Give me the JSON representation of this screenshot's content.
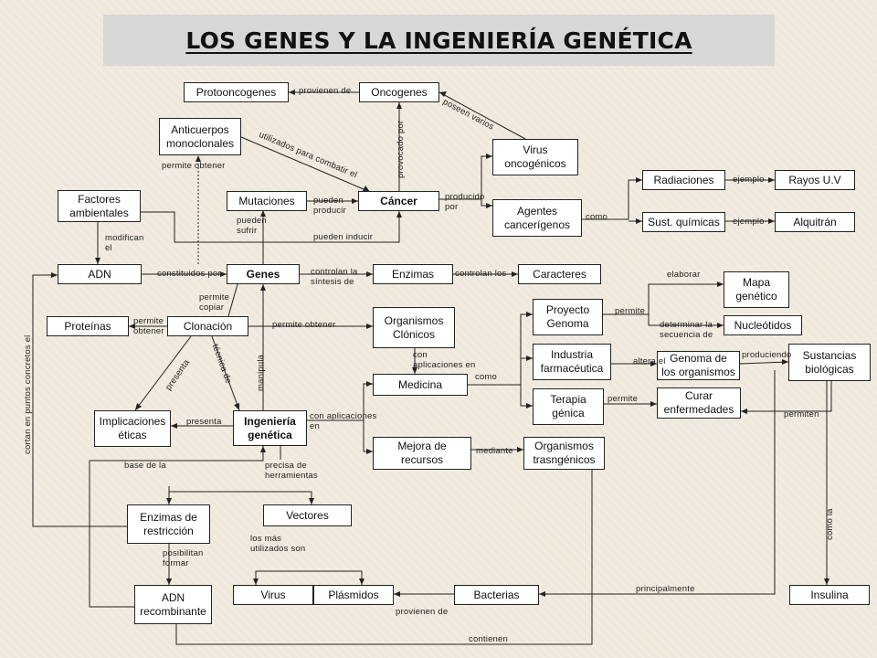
{
  "title": "LOS GENES Y LA INGENIERÍA GENÉTICA",
  "nodes": {
    "protooncogenes": "Protooncogenes",
    "oncogenes": "Oncogenes",
    "anticuerpos": "Anticuerpos\nmonoclonales",
    "virus_oncogenicos": "Virus\noncogénicos",
    "factores": "Factores\nambientales",
    "mutaciones": "Mutaciones",
    "cancer": "Cáncer",
    "agentes": "Agentes\ncancerígenos",
    "radiaciones": "Radiaciones",
    "rayos": "Rayos U.V",
    "sust_quimicas": "Sust. químicas",
    "alquitran": "Alquitrán",
    "adn": "ADN",
    "genes": "Genes",
    "enzimas": "Enzimas",
    "caracteres": "Caracteres",
    "mapa": "Mapa\ngenético",
    "proteinas": "Proteínas",
    "clonacion": "Clonación",
    "organismos_clonicos": "Organismos\nClónicos",
    "proyecto_genoma": "Proyecto\nGenoma",
    "nucleotidos": "Nucleótidos",
    "industria": "Industria\nfarmacéutica",
    "genoma_org": "Genoma de\nlos organismos",
    "sustancias": "Sustancias\nbiológicas",
    "medicina": "Medicina",
    "terapia": "Terapia\ngénica",
    "curar": "Curar\nenfermedades",
    "implicaciones": "Implicaciones\néticas",
    "ingenieria": "Ingeniería\ngenética",
    "mejora": "Mejora de\nrecursos",
    "org_transgenicos": "Organismos\ntrasngénicos",
    "enzimas_restriccion": "Enzimas de\nrestricción",
    "vectores": "Vectores",
    "adn_recombinante": "ADN\nrecombinante",
    "virus": "Virus",
    "plasmidos": "Plásmidos",
    "bacterias": "Bacterias",
    "insulina": "Insulina"
  },
  "links": {
    "provienen_de_1": "provienen de",
    "poseen_varios": "poseen varios",
    "utilizados_combatir": "utilizados para combatir el",
    "provocado_por": "provocado por",
    "permite_obtener_1": "permite obtener",
    "producido_por": "producido\npor",
    "pueden_producir": "pueden\nproducir",
    "pueden_sufrir": "pueden\nsufrir",
    "pueden_inducir": "pueden inducir",
    "ejemplo_1": "ejemplo",
    "ejemplo_2": "ejemplo",
    "como_1": "como",
    "modifican_el": "modifican\nel",
    "constituidos_por": "constituidos por",
    "controlan_sintesis": "controlan la\nsíntesis de",
    "controlan_los": "controlan los",
    "elaborar": "elaborar",
    "permite_copiar": "permite\ncopiar",
    "permite_obtener_2": "permite\nobtener",
    "permite_obtener_3": "permite obtener",
    "permite_1": "permite",
    "determinar": "determinar la\nsecuencia de",
    "con_aplicaciones_1": "con\naplicaciones en",
    "altera_el": "altera el",
    "produciendo": "produciendo",
    "como_2": "como",
    "permite_2": "permite",
    "permiten": "permiten",
    "presenta_1": "presenta",
    "tecnica_de": "técnica de",
    "manipula": "manipula",
    "cortan": "cortan en puntos concretos el",
    "presenta_2": "presenta",
    "con_aplicaciones_2": "con aplicaciones\nen",
    "mediante": "mediante",
    "base_de_la": "base de la",
    "precisa_de": "precisa de\nherramientas",
    "posibilitan": "posibilitan\nformar",
    "mas_utilizados": "los más\nutilizados son",
    "como_la": "como la",
    "principalmente": "principalmente",
    "provienen_de_2": "provienen de",
    "contienen": "contienen"
  }
}
